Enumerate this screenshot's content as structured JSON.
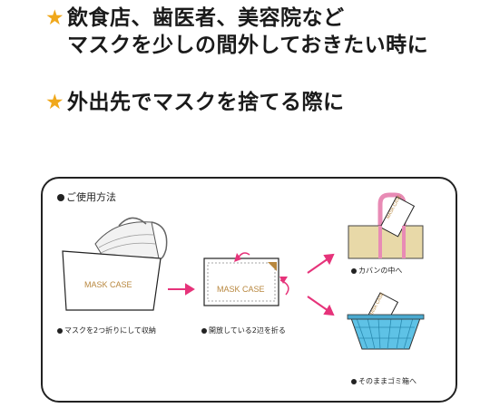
{
  "headline": {
    "star": "★",
    "line1": "飲食店、歯医者、美容院など",
    "line2": "マスクを少しの間外しておきたい時に",
    "line3": "外出先でマスクを捨てる際に"
  },
  "panel": {
    "title": "ご使用方法",
    "step1_caption": "マスクを2つ折りにして収納",
    "step2_caption": "開放している2辺を折る",
    "bag_caption": "カバンの中へ",
    "trash_caption": "そのままゴミ箱へ",
    "case_label": "MASK CASE"
  },
  "colors": {
    "star": "#f0a81c",
    "arrow": "#e6337a",
    "case_text": "#b8873e",
    "bag_handle": "#e88bb5",
    "bag_body": "#e8d9a8",
    "trash_body": "#5ec2e6"
  }
}
